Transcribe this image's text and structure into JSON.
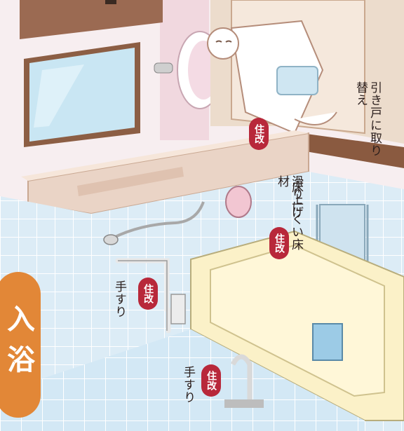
{
  "section_title": "入浴",
  "labels": {
    "door": "引き戸に取り替え",
    "floor": "床上げ",
    "non_slip": "滑りにくい床材",
    "handrail_upper": "手すり",
    "handrail_lower": "手すり"
  },
  "badge_text": "住改"
}
